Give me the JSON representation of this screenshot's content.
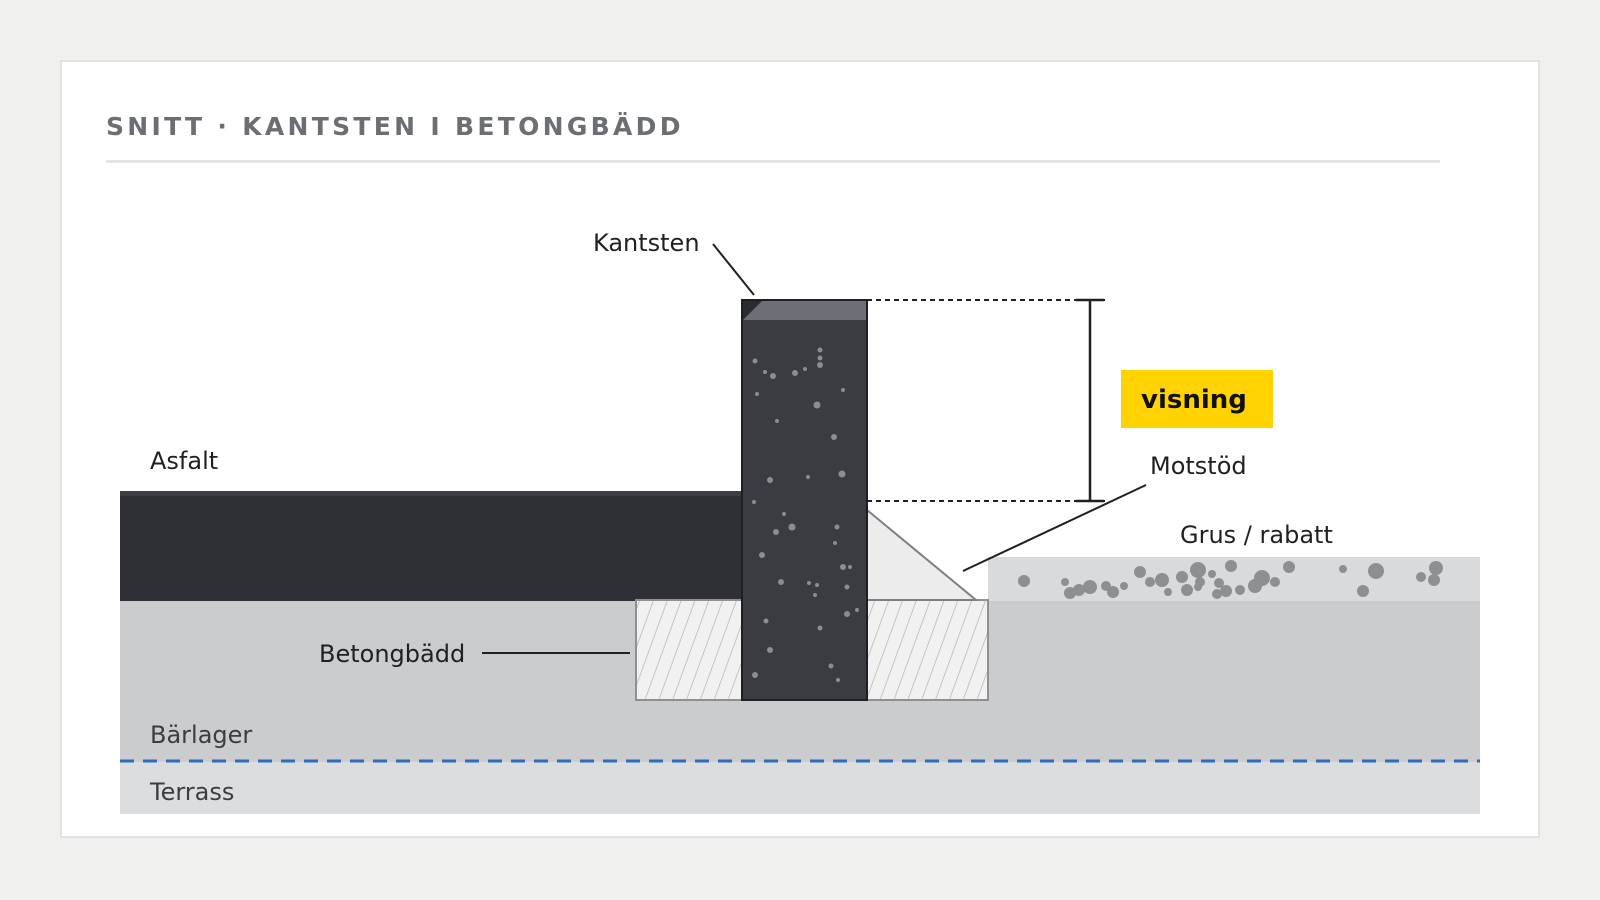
{
  "title": "SNITT · KANTSTEN I BETONGBÄDD",
  "labels": {
    "kantsten": "Kantsten",
    "asfalt": "Asfalt",
    "betongbadd": "Betongbädd",
    "motstod": "Motstöd",
    "grus": "Grus / rabatt",
    "barlager": "Bärlager",
    "terrass": "Terrass",
    "visning": "visning"
  },
  "colors": {
    "asphalt": "#2e3035",
    "kerb": "#3a3c42",
    "kerb_top": "#6c6f75",
    "base_layer": "#cbcccd",
    "subgrade": "#dcdddf",
    "gravel": "#d9dadb",
    "gravel_stones": "#8d8f93",
    "concrete_bed": "#f1f1f1",
    "hatch": "#b6b7b9",
    "water_line": "#2e6bbf",
    "badge": "#ffd200",
    "background": "#f0f0ef",
    "card": "#ffffff"
  }
}
